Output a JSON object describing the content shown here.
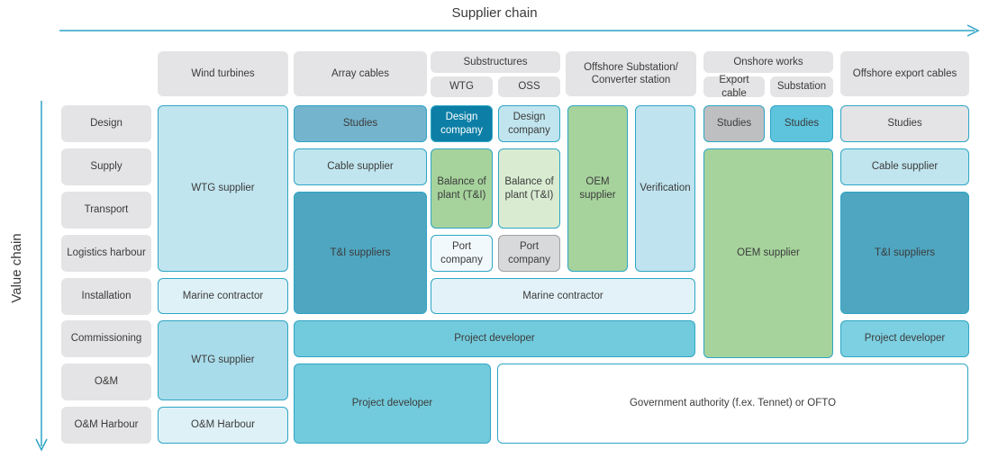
{
  "titles": {
    "supplier_chain": "Supplier chain",
    "value_chain": "Value chain"
  },
  "palette": {
    "arrow_teal": "#2aa3c5",
    "cell_border_teal": "#2ea6c4",
    "header_gray": "#e4e4e6",
    "dark_teal": "#0d7fa6",
    "cyan_light": "#c1e5ef",
    "cyan_pale": "#def1f7",
    "cyan_mid": "#a9dcea",
    "blue_medium": "#74b4cd",
    "teal_medium": "#4fa6c1",
    "cyan_bright": "#72cbdc",
    "green": "#a6d39c",
    "green_light": "#d9ecd2",
    "gray_cell": "#bebfc1",
    "gray_cell_light": "#d8d9da",
    "white": "#ffffff"
  },
  "columns": [
    {
      "label": "Wind turbines"
    },
    {
      "label": "Array cables"
    },
    {
      "label": "Substructures",
      "subs": [
        "WTG",
        "OSS"
      ]
    },
    {
      "label": "Offshore Substation/ Converter station"
    },
    {
      "label": "Onshore works",
      "subs": [
        "Export cable",
        "Substation"
      ]
    },
    {
      "label": "Offshore export cables"
    }
  ],
  "rows": [
    "Design",
    "Supply",
    "Transport",
    "Logistics harbour",
    "Installation",
    "Commissioning",
    "O&M",
    "O&M Harbour"
  ],
  "cells": {
    "wtg_supplier_top": "WTG supplier",
    "marine_contractor_wt": "Marine contractor",
    "wtg_supplier_bottom": "WTG supplier",
    "om_harbour": "O&M Harbour",
    "studies_array": "Studies",
    "cable_supplier_array": "Cable supplier",
    "ti_suppliers_array": "T&I suppliers",
    "design_company_wtg": "Design company",
    "bop_wtg": "Balance of plant (T&I)",
    "port_company_wtg": "Port company",
    "design_company_oss": "Design company",
    "bop_oss": "Balance of plant (T&I)",
    "port_company_oss": "Port company",
    "oem_supplier_substation": "OEM supplier",
    "verification": "Verification",
    "marine_contractor_bar": "Marine contractor",
    "studies_export_cable": "Studies",
    "studies_substation": "Studies",
    "oem_supplier_onshore": "OEM supplier",
    "studies_export_cables": "Studies",
    "cable_supplier_export": "Cable supplier",
    "ti_suppliers_export": "T&I suppliers",
    "project_developer_export": "Project developer",
    "project_developer_bar": "Project developer",
    "project_developer_block": "Project developer",
    "government": "Government authority (f.ex. Tennet) or OFTO"
  }
}
